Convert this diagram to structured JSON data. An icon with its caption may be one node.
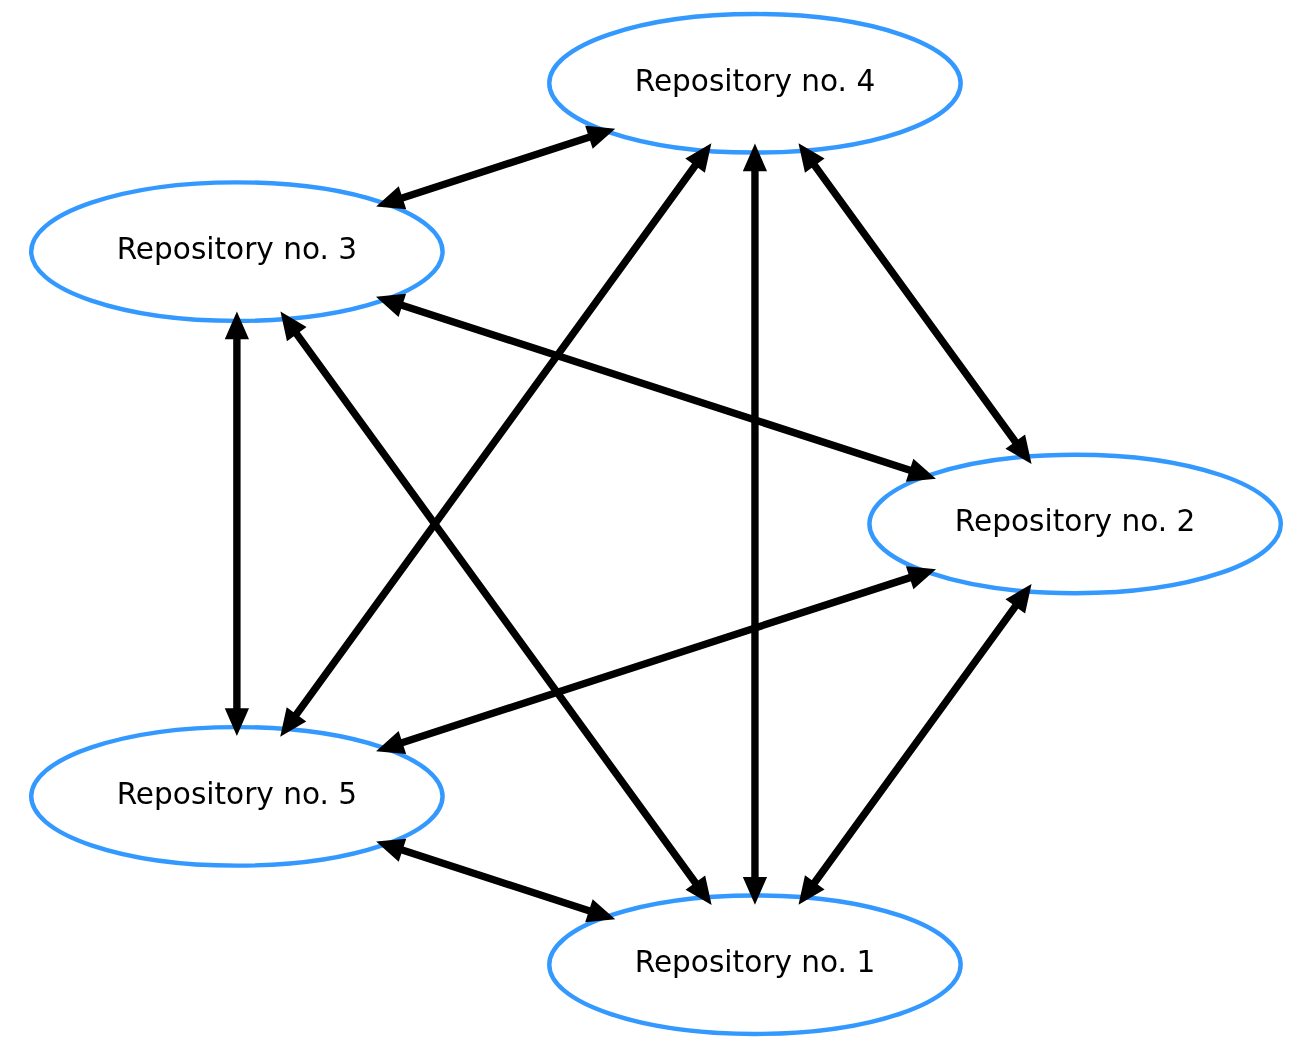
{
  "diagram": {
    "nodes": [
      {
        "text": [
          "Repository no. 1"
        ]
      },
      {
        "text": [
          "Repository no. 2"
        ]
      },
      {
        "text": [
          "Repository no. 3"
        ]
      },
      {
        "text": [
          "Repository no. 4"
        ]
      },
      {
        "text": [
          "Repository no. 5"
        ]
      }
    ],
    "edges": [
      {
        "from": 0,
        "to": 1,
        "arrow": "both"
      },
      {
        "from": 0,
        "to": 4,
        "arrow": "both"
      },
      {
        "from": 0,
        "to": 3,
        "arrow": "both"
      },
      {
        "from": 0,
        "to": 2,
        "arrow": "both"
      },
      {
        "from": 4,
        "to": 1,
        "arrow": "both"
      },
      {
        "from": 4,
        "to": 3,
        "arrow": "both"
      },
      {
        "from": 4,
        "to": 2,
        "arrow": "both"
      },
      {
        "from": 1,
        "to": 3,
        "arrow": "both"
      },
      {
        "from": 1,
        "to": 2,
        "arrow": "both"
      },
      {
        "from": 3,
        "to": 2,
        "arrow": "both"
      }
    ]
  }
}
